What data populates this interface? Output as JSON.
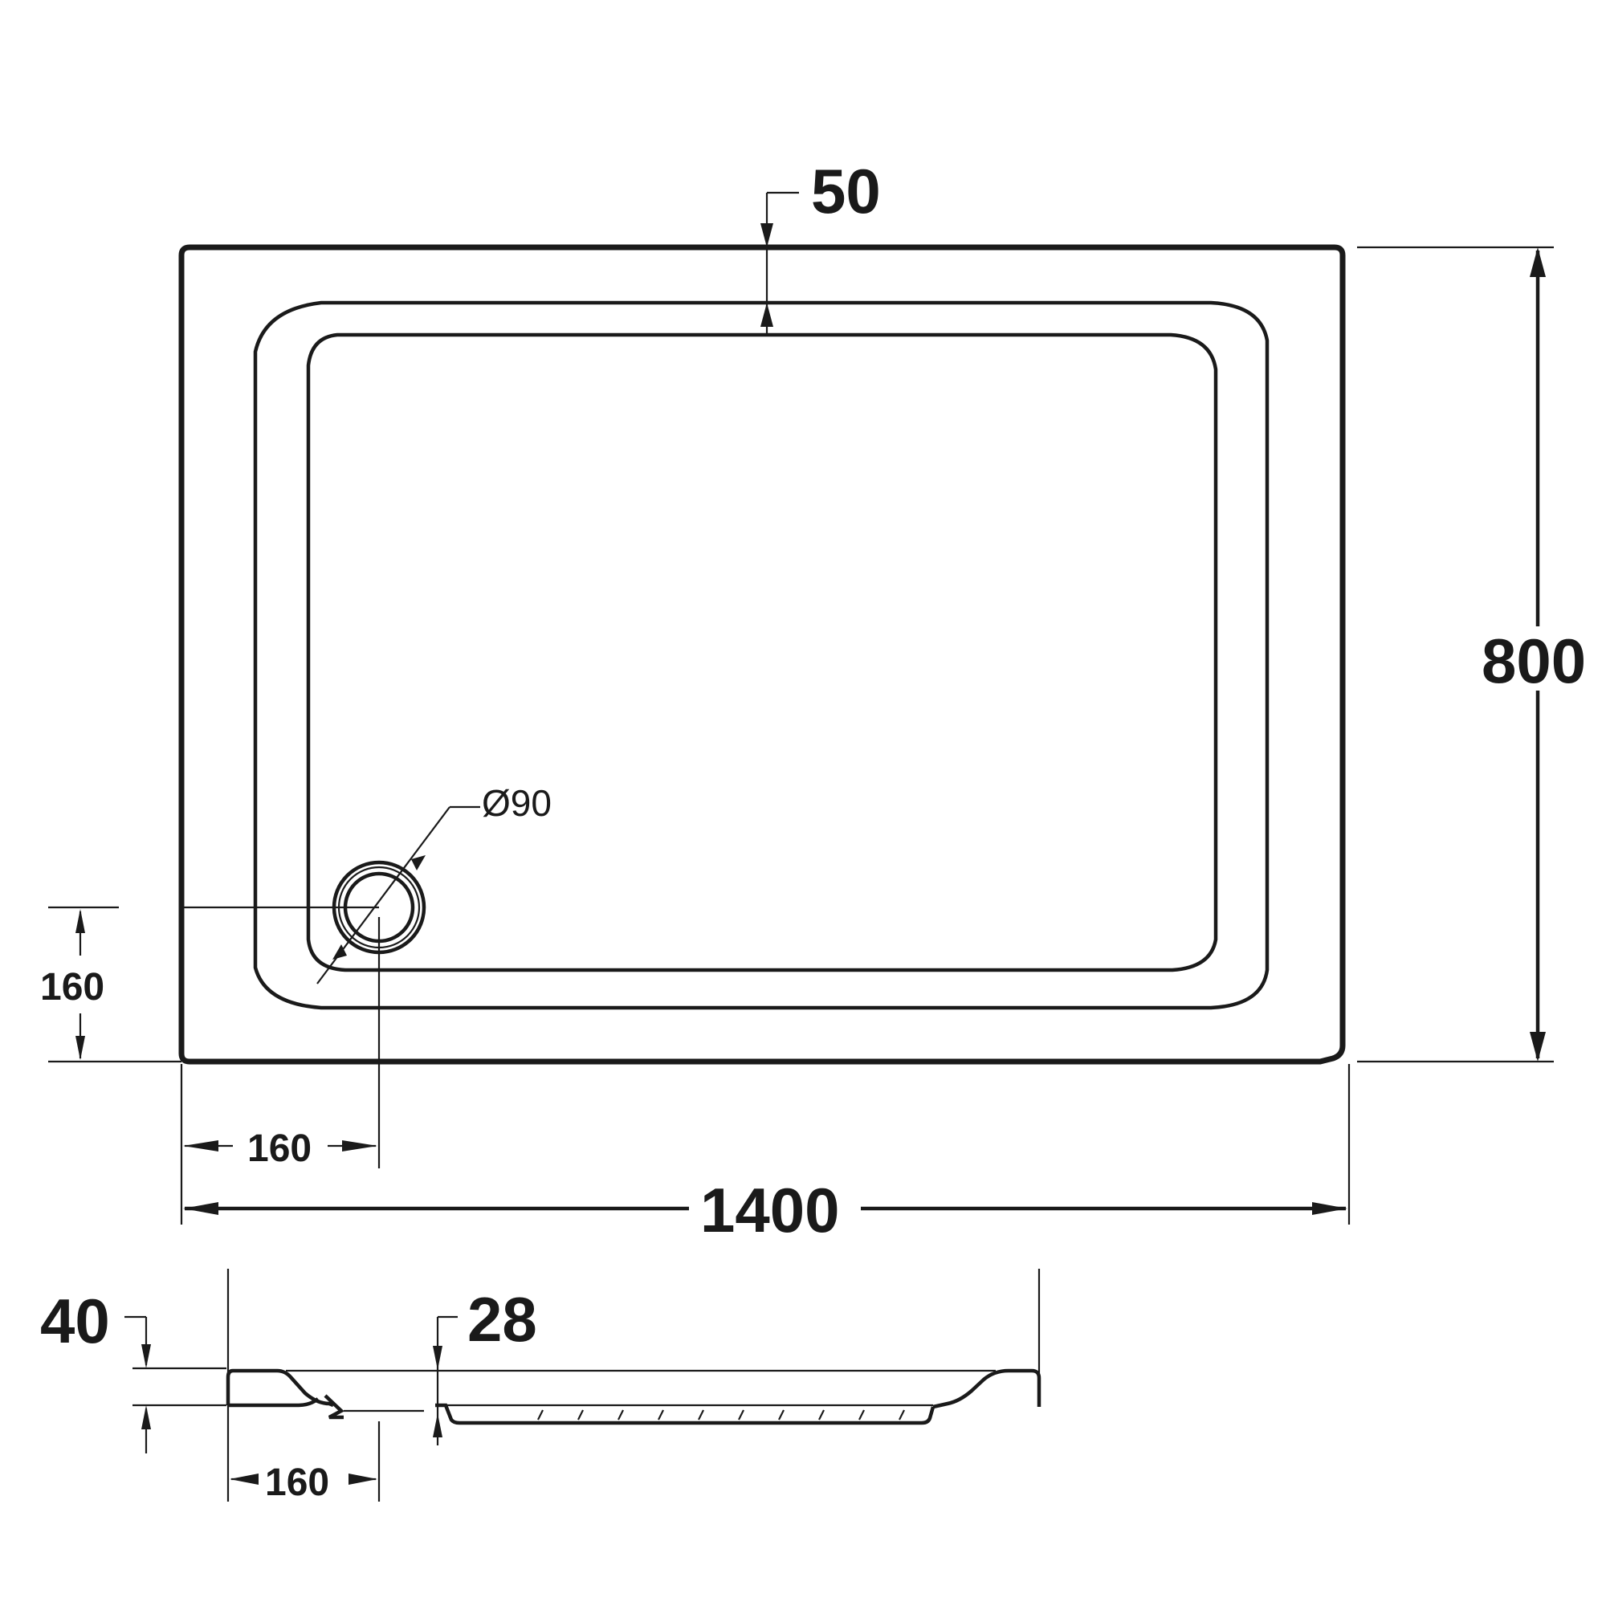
{
  "dimensions": {
    "length": "1400",
    "width": "800",
    "border_width": "50",
    "waste_offset_x": "160",
    "waste_offset_y": "160",
    "waste_diameter": "Ø90",
    "side_offset": "160",
    "height": "40",
    "inner_depth": "28"
  }
}
